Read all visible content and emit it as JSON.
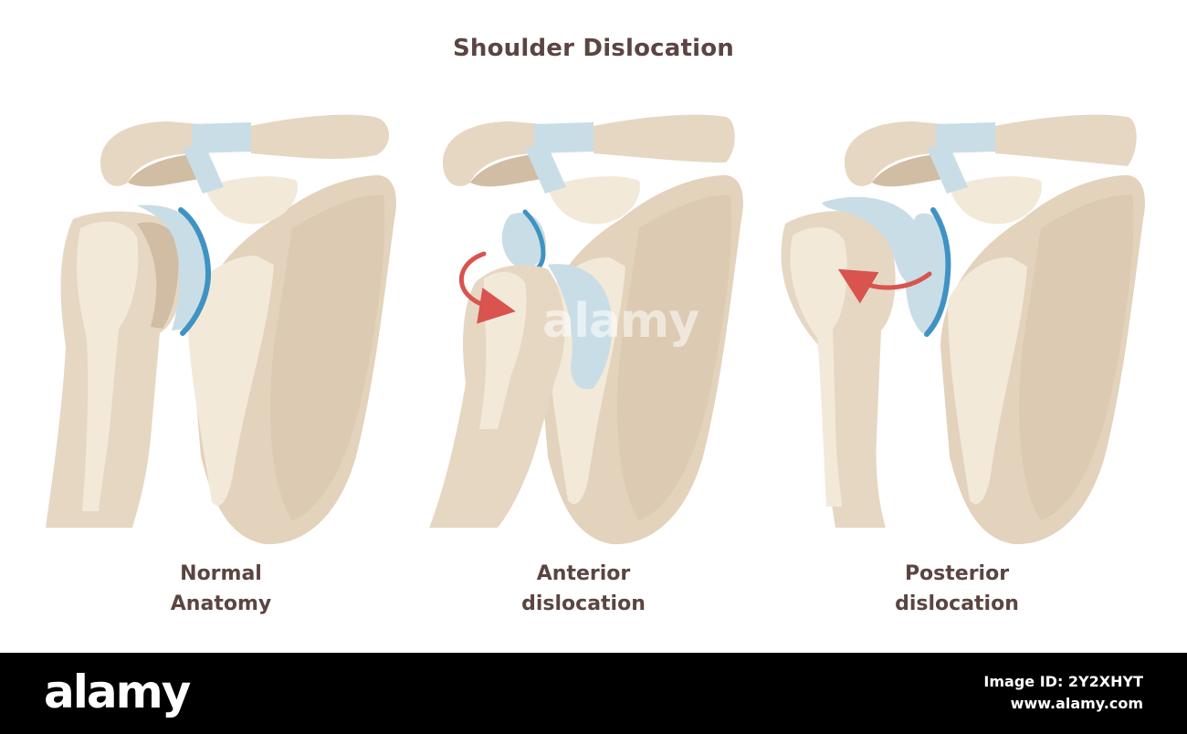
{
  "title": "Shoulder Dislocation",
  "panels": [
    {
      "id": "normal",
      "line1": "Normal",
      "line2": "Anatomy"
    },
    {
      "id": "anterior",
      "line1": "Anterior",
      "line2": "dislocation"
    },
    {
      "id": "posterior",
      "line1": "Posterior",
      "line2": "dislocation"
    }
  ],
  "watermark": "alamy",
  "footer": {
    "logo": "alamy",
    "image_id": "Image ID: 2Y2XHYT",
    "site": "www.alamy.com"
  },
  "colors": {
    "bone": "#e6d7c3",
    "bone_light": "#f2e9d9",
    "bone_dark": "#d1bda4",
    "cartilage": "#c9dde6",
    "labrum": "#3f93c3",
    "arrow": "#d9534f",
    "text": "#5a4540"
  }
}
